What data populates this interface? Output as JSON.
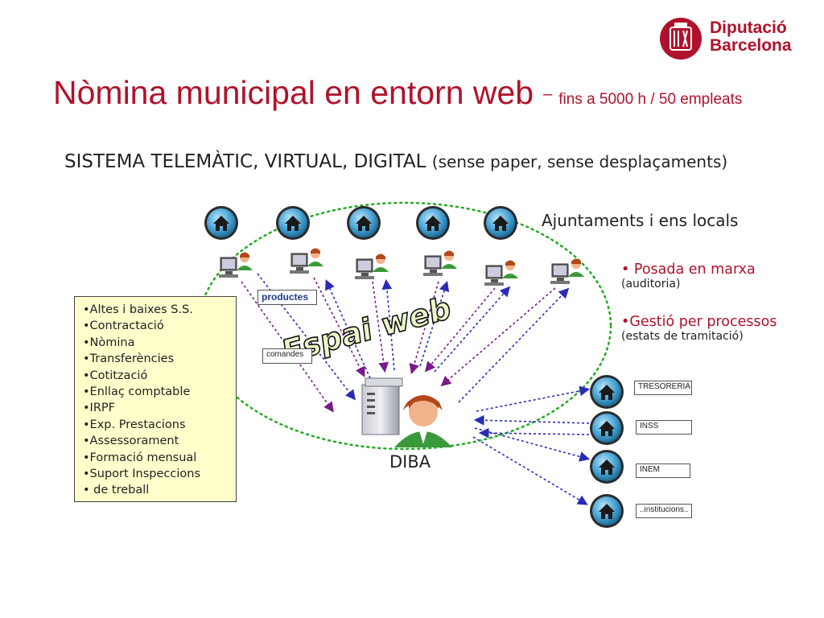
{
  "header": {
    "title": "Nòmina municipal en entorn web",
    "dash": "–",
    "title_sub": "fins a 5000 h / 50 empleats",
    "subtitle": "SISTEMA TELEMÀTIC, VIRTUAL, DIGITAL",
    "subtitle_small": "(sense paper, sense desplaçaments)"
  },
  "logo": {
    "line1": "Diputació",
    "line2": "Barcelona",
    "seal_icon": "coat-of-arms-seal-icon"
  },
  "diagram": {
    "top_label": "Ajuntaments i ens locals",
    "center_text": "Espai web",
    "center_label": "DIBA",
    "productes_label": "productes",
    "comandes_label": "comandes",
    "bullets": [
      {
        "main": "• Posada en marxa",
        "sub": "(auditoria)"
      },
      {
        "main": "•Gestió per processos",
        "sub": "(estats de tramitació)"
      }
    ],
    "services": [
      "•Altes i baixes S.S.",
      "•Contractació",
      "•Nòmina",
      "•Transferències",
      "•Cotització",
      "•Enllaç comptable",
      "•IRPF",
      "•Exp. Prestacions",
      "•Assessorament",
      "•Formació mensual",
      "•Suport Inspeccions",
      "• de treball"
    ],
    "institutions": [
      {
        "label": "TRESORERIA"
      },
      {
        "label": "INSS"
      },
      {
        "label": "INEM"
      },
      {
        "label": "..institucions.."
      }
    ]
  },
  "colors": {
    "accent": "#b0122b",
    "ellipse": "#22aa22",
    "arrow_purple": "#7a1a8a",
    "arrow_blue": "#2a2ab8",
    "note_bg": "#ffffcc",
    "home_button": "#4aa6d6"
  }
}
